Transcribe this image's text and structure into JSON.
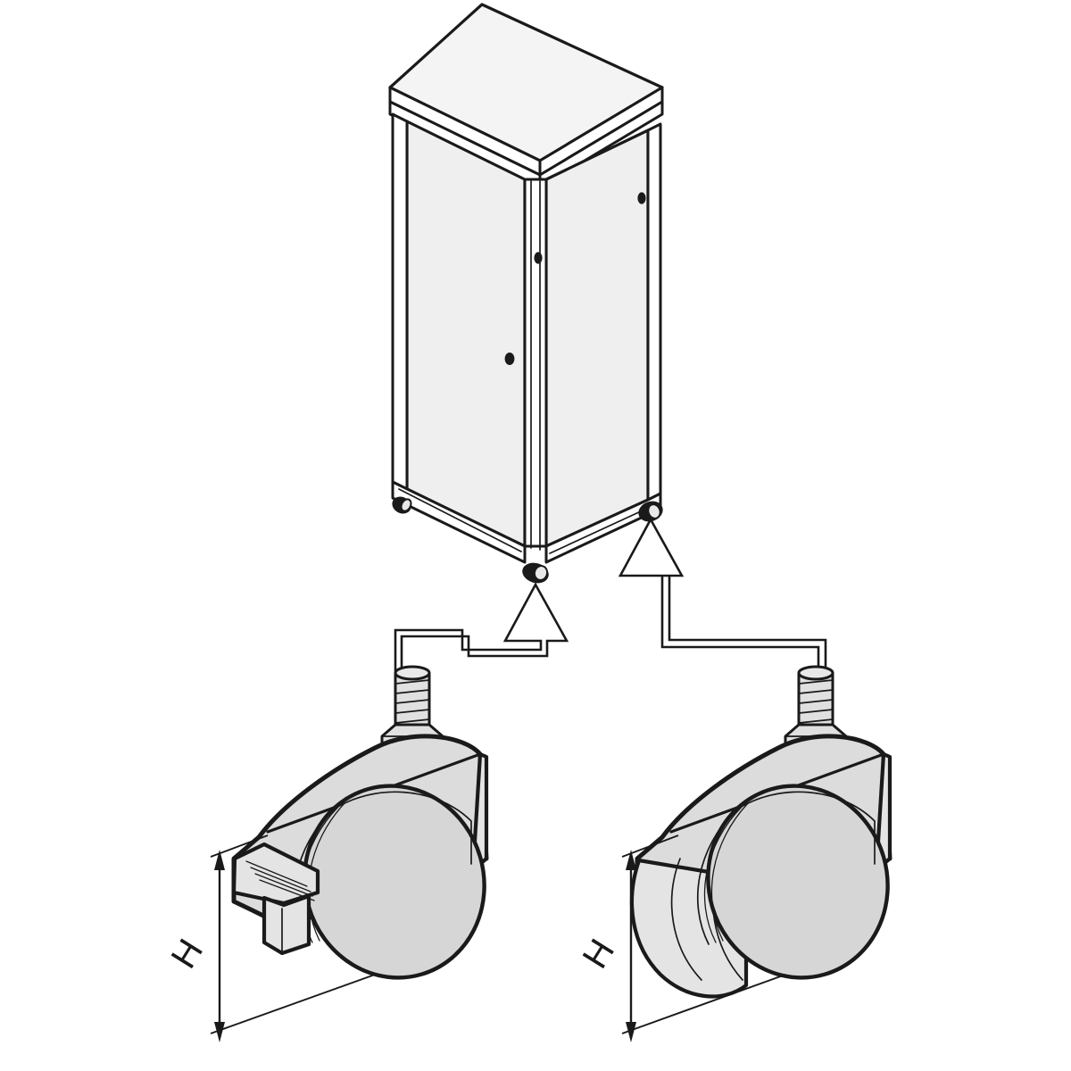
{
  "figure": {
    "title": "Rack cabinet with swivel casters",
    "description": "Isometric exploded view of a 19-inch rack cabinet shown on four casters, with two magnified caster details called out from the cabinet base by outline arrows.",
    "background_color": "#ffffff",
    "line_color": "#1a1a1a"
  },
  "palette": {
    "panel_fill": "#efefef",
    "panel_fill_light": "#f4f4f4",
    "frame_fill": "#ffffff",
    "caster_fill": "#dcdcdc",
    "caster_face_fill": "#d6d6d6",
    "caster_light_fill": "#e4e4e4",
    "stem_fill": "#e0e0e0",
    "callout_fill": "#ffffff",
    "outline": "#1a1a1a"
  },
  "cabinet": {
    "name": "rack-cabinet",
    "top_panel_label": "top-panel",
    "left_panel_label": "left-side-panel",
    "right_panel_label": "right-front-door",
    "corner_post_label": "corner-post",
    "door_fastener_count": 3,
    "base_caster_count": 3
  },
  "callouts": [
    {
      "id": "left",
      "name": "callout-arrow-left",
      "points_to": "front-corner-caster",
      "detail": "braked-caster"
    },
    {
      "id": "right",
      "name": "callout-arrow-right",
      "points_to": "right-corner-caster",
      "detail": "plain-caster"
    }
  ],
  "casters": [
    {
      "id": "left-caster",
      "name": "caster-detail-braked",
      "type": "swivel caster with brake",
      "has_brake_pedal": true,
      "brake_pedal_name": "brake-pedal",
      "stem_type": "threaded stem with hex nut",
      "dimension": {
        "name": "caster-height-dimension-left",
        "label": "H",
        "label_rotation_deg": -58,
        "measures": "overall caster height"
      }
    },
    {
      "id": "right-caster",
      "name": "caster-detail-plain",
      "type": "swivel caster without brake",
      "has_brake_pedal": false,
      "brake_pedal_name": null,
      "stem_type": "threaded stem with hex nut",
      "dimension": {
        "name": "caster-height-dimension-right",
        "label": "H",
        "label_rotation_deg": -58,
        "measures": "overall caster height"
      }
    }
  ],
  "labels": {
    "height_left": "H",
    "height_right": "H"
  }
}
